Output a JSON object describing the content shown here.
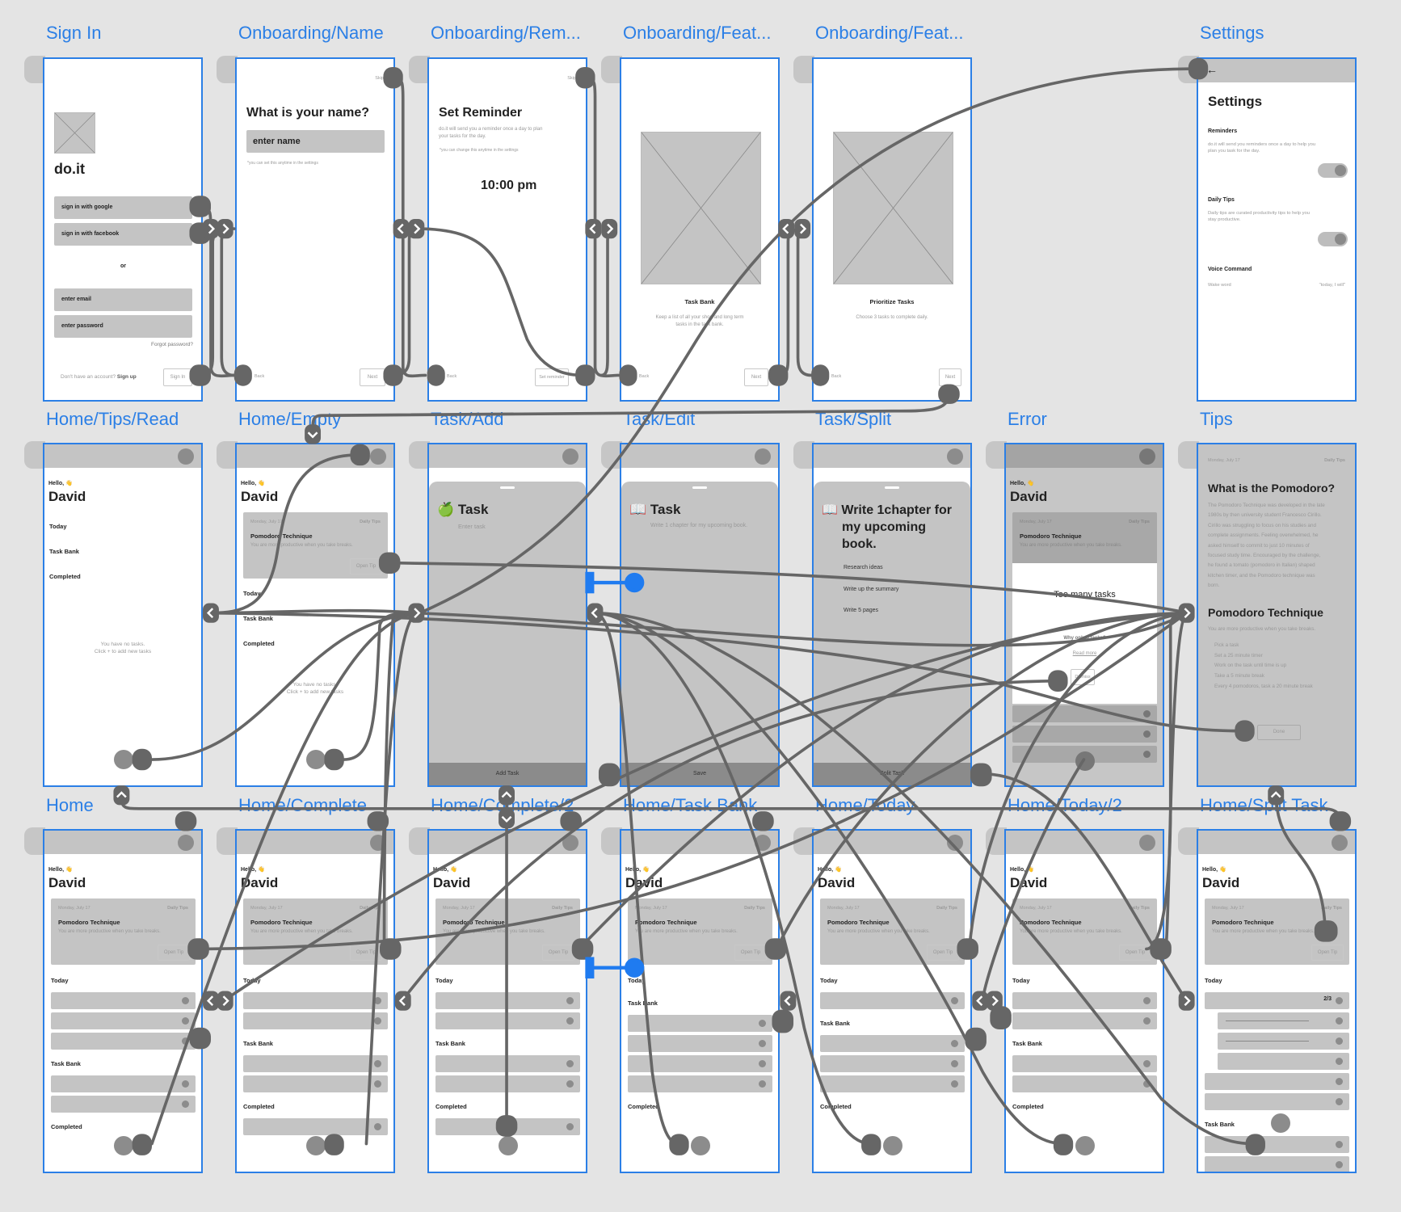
{
  "titles": [
    "Sign In",
    "Onboarding/Name",
    "Onboarding/Rem...",
    "Onboarding/Feat...",
    "Onboarding/Feat...",
    "Settings",
    "Home/Tips/Read",
    "Home/Empty",
    "Task/Add",
    "Task/Edit",
    "Task/Split",
    "Error",
    "Tips",
    "Home",
    "Home/Complete",
    "Home/Complete/2",
    "Home/Task Bank",
    "Home/Today",
    "Home/Today/2",
    "Home/Split Task"
  ],
  "colors": {
    "accent": "#2b7fe6",
    "connector": "#666666",
    "canvas": "#e4e4e4",
    "placeholder": "#c4c4c4"
  },
  "common": {
    "hello": "Hello, 👋",
    "name": "David",
    "today": "Today",
    "task_bank": "Task Bank",
    "completed": "Completed",
    "empty_1": "You have no tasks.",
    "empty_2": "Click + to add new tasks",
    "back": "Back",
    "next": "Next",
    "skip": "Skip"
  },
  "tip_card": {
    "date": "Monday, July 17",
    "tag": "Daily Tips",
    "title": "Pomodoro Technique",
    "subtitle": "You are more productive when you take breaks.",
    "button": "Open Tip"
  },
  "sign_in": {
    "logo": "do.it",
    "google": "sign in with google",
    "facebook": "sign in with facebook",
    "or": "or",
    "email_placeholder": "enter email",
    "password_placeholder": "enter password",
    "forgot": "Forgot password?",
    "no_account": "Don't have an account?",
    "sign_up": "Sign up",
    "sign_in_button": "Sign In"
  },
  "name": {
    "heading": "What is your name?",
    "placeholder": "enter name",
    "note": "*you can set this anytime in the settings"
  },
  "reminder": {
    "heading": "Set Reminder",
    "desc_1": "do.it will send you a reminder once a day to plan",
    "desc_2": "your tasks for the day.",
    "note": "*you can change this anytime in the settings",
    "time": "10:00 pm",
    "button": "Set reminder"
  },
  "feature1": {
    "heading": "Task Bank",
    "desc_1": "Keep a list of all your short and long term",
    "desc_2": "tasks in the task bank."
  },
  "feature2": {
    "heading": "Prioritize Tasks",
    "desc_1": "Choose 3 tasks to complete daily."
  },
  "settings": {
    "back_icon": "arrow-left",
    "heading": "Settings",
    "reminders": "Reminders",
    "reminders_desc_1": "do.it will send you reminders once a day to help you",
    "reminders_desc_2": "plan you task for the day.",
    "reminders_on": true,
    "tips": "Daily Tips",
    "tips_desc_1": "Daily tips are curated productivity tips to help you",
    "tips_desc_2": "stay productive.",
    "tips_on": true,
    "voice": "Voice Command",
    "wake_label": "Wake word",
    "wake_value": "\"today, I will\""
  },
  "task_add": {
    "emoji": "🍏",
    "heading": "Task",
    "placeholder": "Enter task",
    "button": "Add Task"
  },
  "task_edit": {
    "emoji": "📖",
    "heading": "Task",
    "value": "Write 1 chapter for my upcoming book.",
    "button": "Save"
  },
  "task_split": {
    "emoji": "📖",
    "heading_1": "Write 1chapter for",
    "heading_2": "my upcoming",
    "heading_3": "book.",
    "subtasks": [
      "Research ideas",
      "Write up the summary",
      "Write 5 pages"
    ],
    "button": "Split Task"
  },
  "error": {
    "heading": "Too many tasks",
    "why": "Why only 3 tasks?",
    "read_more": "Read more",
    "dismiss": "Dismiss"
  },
  "tips": {
    "date": "Monday, July 17",
    "tag": "Daily Tips",
    "heading": "What is the Pomodoro?",
    "para": [
      "The Pomodoro Technique was developed in the late",
      "1980s by then university student Francesco Cirillo.",
      "Cirillo was struggling to focus on his studies and",
      "complete assignments. Feeling overwhelmed, he",
      "asked himself to commit to just 10 minutes of",
      "focused study time. Encouraged by the challenge,",
      "he found a tomato (pomodoro in Italian) shaped",
      "kitchen timer, and the Pomodoro technique was",
      "born."
    ],
    "heading2": "Pomodoro Technique",
    "subtitle": "You are more productive when you take breaks.",
    "steps": [
      "Pick a task",
      "Set a 25 minute timer",
      "Work on the task until time is up",
      "Take a 5 minute break",
      "Every 4 pomodoros, task a 20 minute break"
    ],
    "button": "Done"
  },
  "home_screens": [
    {
      "sections": [
        {
          "label": "today",
          "rows": 3
        },
        {
          "label": "task_bank",
          "rows": 2
        },
        {
          "label": "completed",
          "rows": 0
        }
      ]
    },
    {
      "sections": [
        {
          "label": "today",
          "rows": 2
        },
        {
          "label": "task_bank",
          "rows": 2
        },
        {
          "label": "completed",
          "rows": 1
        }
      ]
    },
    {
      "sections": [
        {
          "label": "today",
          "rows": 2
        },
        {
          "label": "task_bank",
          "rows": 2
        },
        {
          "label": "completed",
          "rows": 1
        }
      ]
    },
    {
      "sections": [
        {
          "label": "today",
          "rows": 0
        },
        {
          "label": "task_bank",
          "rows": 4
        },
        {
          "label": "completed",
          "rows": 0
        }
      ]
    },
    {
      "sections": [
        {
          "label": "today",
          "rows": 1
        },
        {
          "label": "task_bank",
          "rows": 3
        },
        {
          "label": "completed",
          "rows": 0
        }
      ]
    },
    {
      "sections": [
        {
          "label": "today",
          "rows": 2
        },
        {
          "label": "task_bank",
          "rows": 2
        },
        {
          "label": "completed",
          "rows": 0
        }
      ]
    },
    {
      "sections": [
        {
          "label": "today",
          "rows": 6,
          "split": {
            "count": "2/3",
            "subtasks": 3,
            "done": 2
          }
        },
        {
          "label": "task_bank",
          "rows": 2
        }
      ]
    }
  ]
}
